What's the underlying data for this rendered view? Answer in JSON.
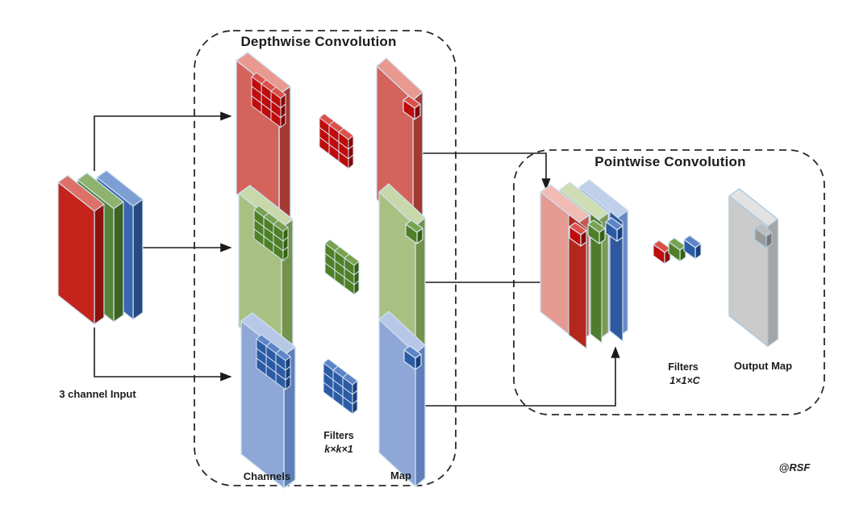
{
  "diagram": {
    "input": {
      "label": "3 channel Input",
      "channels": [
        "red",
        "green",
        "blue"
      ]
    },
    "depthwise": {
      "title": "Depthwise Convolution",
      "channels_label": "Channels",
      "filters_label": "Filters",
      "filters_size": "k×k×1",
      "map_label": "Map"
    },
    "pointwise": {
      "title": "Pointwise Convolution",
      "filters_label": "Filters",
      "filters_size": "1×1×C",
      "output_label": "Output Map"
    },
    "signature": "@RSF",
    "colors": {
      "input_red": "#c5241d",
      "input_green": "#55843a",
      "input_blue": "#3a67b1",
      "slab_red": "#d4635c",
      "slab_green": "#a9c083",
      "slab_blue": "#8fa7d6",
      "cube_red": "#c00b0b",
      "cube_green": "#4f8026",
      "cube_blue": "#2c5ba6",
      "output_gray": "#cbcbcb",
      "outline": "#cfe1ee",
      "line": "#1b1b1b"
    }
  }
}
